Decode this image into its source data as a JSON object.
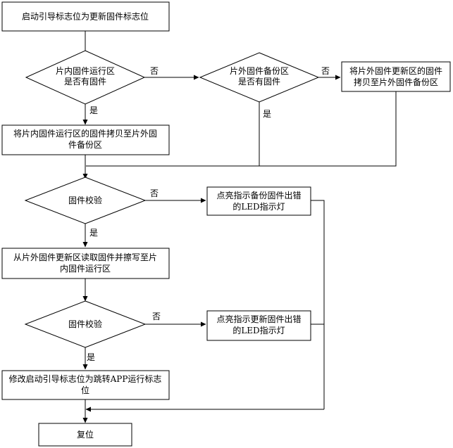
{
  "nodes": {
    "start": {
      "shape": "rect",
      "lines": [
        "启动引导标志位为更新固件标志位"
      ]
    },
    "d1": {
      "shape": "diamond",
      "lines": [
        "片内固件运行区",
        "是否有固件"
      ]
    },
    "d2": {
      "shape": "diamond",
      "lines": [
        "片外固件备份区",
        "是否有固件"
      ]
    },
    "copy_ext_to_backup": {
      "shape": "rect",
      "lines": [
        "将片外固件更新区的固件",
        "拷贝至片外固件备份区"
      ]
    },
    "copy_int_to_backup": {
      "shape": "rect",
      "lines": [
        "将片内固件运行区的固件拷贝至片外固",
        "件备份区"
      ]
    },
    "verify1": {
      "shape": "diamond",
      "lines": [
        "固件校验"
      ]
    },
    "led_backup_err": {
      "shape": "rect",
      "lines": [
        "点亮指示备份固件出错",
        "的LED指示灯"
      ]
    },
    "read_erase_write": {
      "shape": "rect",
      "lines": [
        "从片外固件更新区读取固件并擦写至片",
        "内固件运行区"
      ]
    },
    "verify2": {
      "shape": "diamond",
      "lines": [
        "固件校验"
      ]
    },
    "led_update_err": {
      "shape": "rect",
      "lines": [
        "点亮指示更新固件出错",
        "的LED指示灯"
      ]
    },
    "modify_flag": {
      "shape": "rect",
      "lines": [
        "修改启动引导标志位为跳转APP运行标志",
        "位"
      ]
    },
    "reset": {
      "shape": "rect",
      "lines": [
        "复位"
      ]
    }
  },
  "edge_labels": {
    "d1_no": "否",
    "d1_yes": "是",
    "d2_no": "否",
    "d2_yes": "是",
    "verify1_no": "否",
    "verify1_yes": "是",
    "verify2_no": "否",
    "verify2_yes": "是"
  }
}
